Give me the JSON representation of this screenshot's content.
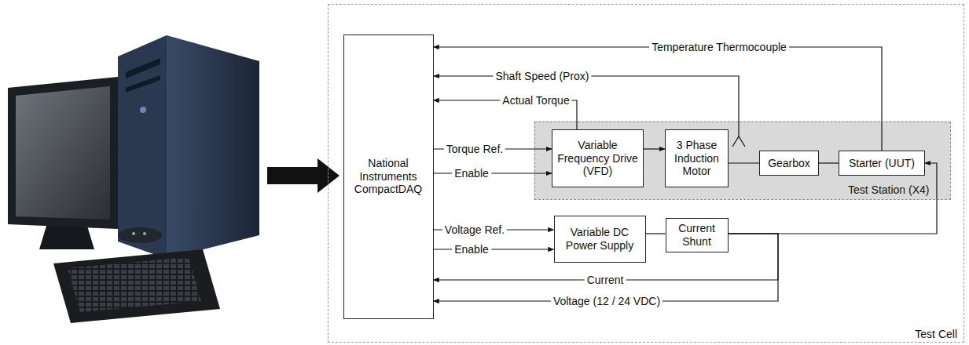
{
  "diagram": {
    "nodes": [
      {
        "text": [
          "Test Cell"
        ]
      },
      {
        "text": [
          "National Instruments CompactDAQ"
        ],
        "in": 0
      },
      {
        "text": [
          "Test Station (X4)"
        ],
        "in": 0
      },
      {
        "text": [
          "Variable Frequency Drive (VFD)"
        ],
        "in": 2
      },
      {
        "text": [
          "3 Phase Induction Motor"
        ],
        "in": 2
      },
      {
        "text": [
          "Gearbox"
        ],
        "in": 2
      },
      {
        "text": [
          "Starter (UUT)"
        ],
        "in": 2
      },
      {
        "text": [
          "Variable DC Power Supply"
        ],
        "in": 0
      },
      {
        "text": [
          "Current Shunt"
        ],
        "in": 0
      }
    ],
    "edges": [
      {
        "from": 6,
        "to": 1,
        "label": "Temperature Thermocouple",
        "arrow": "to"
      },
      {
        "from": 3,
        "to": 1,
        "label": "Actual Torque",
        "arrow": "to"
      },
      {
        "from": 1,
        "to": 3,
        "label": "Torque Ref.",
        "arrow": "to"
      },
      {
        "from": 1,
        "to": 3,
        "label": "Enable",
        "arrow": "to"
      },
      {
        "from": 3,
        "to": 4,
        "arrow": "to"
      },
      {
        "from": 4,
        "to": 5,
        "arrow": "none"
      },
      {
        "from": 5,
        "to": 6,
        "arrow": "none"
      },
      {
        "from": 1,
        "to": 7,
        "label": "Voltage Ref.",
        "arrow": "to"
      },
      {
        "from": 1,
        "to": 7,
        "label": "Enable",
        "arrow": "to"
      },
      {
        "from": 7,
        "to": 8,
        "arrow": "none"
      },
      {
        "from": 8,
        "to": 6,
        "arrow": "to"
      },
      {
        "from": 8,
        "to": 1,
        "label": "Current",
        "arrow": "to"
      },
      {
        "from": 8,
        "to": 1,
        "label": "Voltage (12 / 24 VDC)",
        "arrow": "to"
      }
    ],
    "labels": [
      "Shaft Speed (Prox)"
    ]
  }
}
